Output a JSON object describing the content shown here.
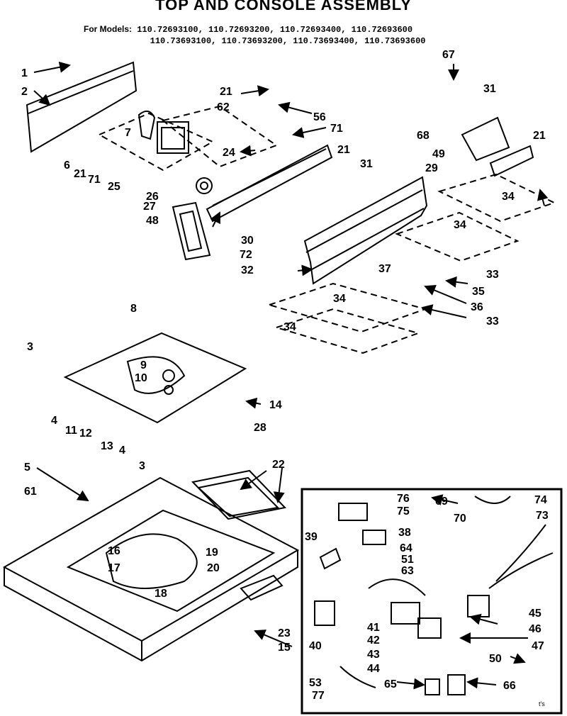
{
  "header": {
    "title": "TOP AND CONSOLE ASSEMBLY",
    "models_label": "For Models:",
    "models_line1": "110.72693100, 110.72693200, 110.72693400, 110.72693600",
    "models_line2": "110.73693100, 110.73693200, 110.73693400, 110.73693600"
  },
  "parts": {
    "p1": "1",
    "p2": "2",
    "p3a": "3",
    "p3b": "3",
    "p4a": "4",
    "p4b": "4",
    "p5": "5",
    "p6": "6",
    "p7": "7",
    "p8": "8",
    "p9": "9",
    "p10": "10",
    "p11": "11",
    "p12": "12",
    "p13": "13",
    "p14": "14",
    "p15": "15",
    "p16": "16",
    "p17": "17",
    "p18": "18",
    "p19": "19",
    "p20": "20",
    "p21a": "21",
    "p21b": "21",
    "p21c": "21",
    "p21d": "21",
    "p22": "22",
    "p23": "23",
    "p24": "24",
    "p25": "25",
    "p26": "26",
    "p27": "27",
    "p28": "28",
    "p29": "29",
    "p30": "30",
    "p31a": "31",
    "p31b": "31",
    "p32": "32",
    "p33a": "33",
    "p33b": "33",
    "p34a": "34",
    "p34b": "34",
    "p34c": "34",
    "p34d": "34",
    "p35": "35",
    "p36": "36",
    "p37": "37",
    "p38": "38",
    "p39": "39",
    "p40": "40",
    "p41": "41",
    "p42": "42",
    "p43": "43",
    "p44": "44",
    "p45": "45",
    "p46": "46",
    "p47": "47",
    "p48": "48",
    "p49": "49",
    "p50": "50",
    "p51": "51",
    "p53": "53",
    "p56": "56",
    "p61": "61",
    "p62": "62",
    "p63": "63",
    "p64": "64",
    "p65": "65",
    "p66": "66",
    "p67": "67",
    "p68": "68",
    "p69": "69",
    "p70": "70",
    "p71a": "71",
    "p71b": "71",
    "p72": "72",
    "p73": "73",
    "p74": "74",
    "p75": "75",
    "p76": "76",
    "p77": "77"
  },
  "footer": {
    "mark": "t's"
  }
}
